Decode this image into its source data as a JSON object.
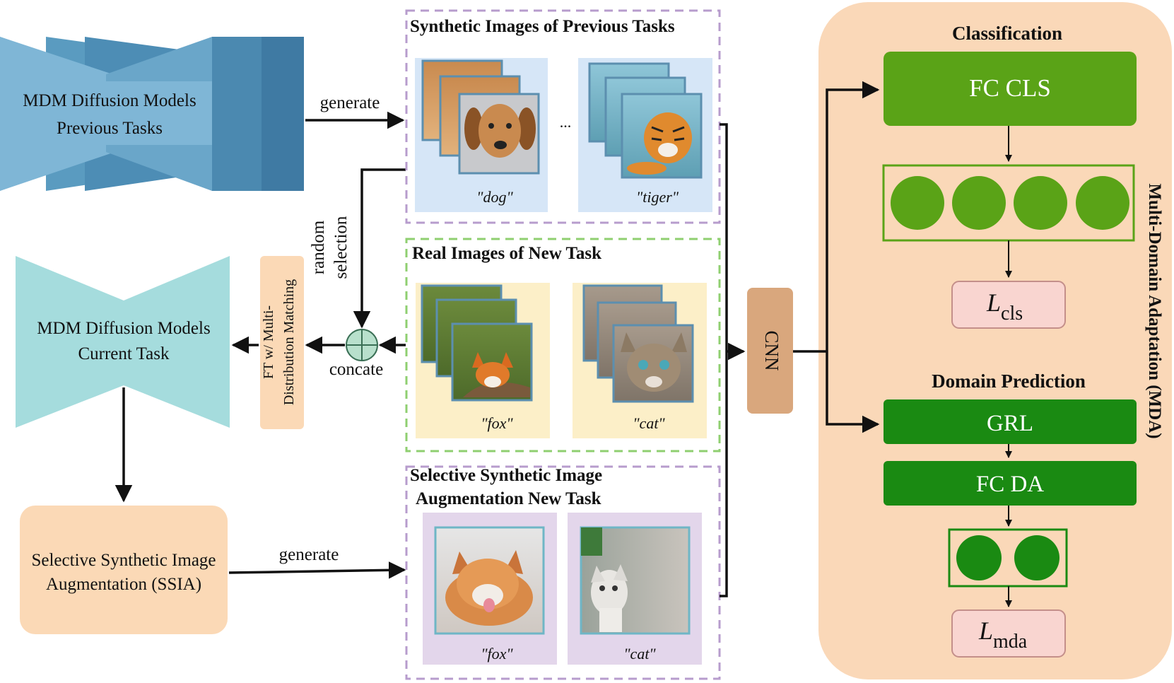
{
  "diagram": {
    "prev_model": {
      "line1": "MDM Diffusion Models",
      "line2": "Previous Tasks"
    },
    "curr_model": {
      "line1": "MDM Diffusion Models",
      "line2": "Current Task"
    },
    "ssia_box": {
      "line1": "Selective Synthetic Image",
      "line2": "Augmentation (SSIA)"
    },
    "ft_box": {
      "line1": "FT w/ Multi-",
      "line2": "Distribution Matching"
    },
    "edge_labels": {
      "generate_top": "generate",
      "generate_bottom": "generate",
      "random": "random",
      "selection": "selection",
      "concate": "concate"
    },
    "panels": {
      "synthetic_previous": {
        "title": "Synthetic Images of Previous Tasks",
        "ellipsis": "...",
        "groups": [
          {
            "caption": "\"dog\""
          },
          {
            "caption": "\"tiger\""
          }
        ]
      },
      "real_new": {
        "title": "Real Images of New Task",
        "groups": [
          {
            "caption": "\"fox\""
          },
          {
            "caption": "\"cat\""
          }
        ]
      },
      "selective_new": {
        "title_line1": "Selective Synthetic Image",
        "title_line2": "Augmentation New Task",
        "groups": [
          {
            "caption": "\"fox\""
          },
          {
            "caption": "\"cat\""
          }
        ]
      }
    },
    "cnn": "CNN",
    "mda": {
      "title": "Multi-Domain Adaptation (MDA)",
      "classification_title": "Classification",
      "fc_cls": "FC CLS",
      "loss_cls": {
        "symbol": "L",
        "subscript": "cls"
      },
      "domain_title": "Domain Prediction",
      "grl": "GRL",
      "fc_da": "FC DA",
      "loss_mda": {
        "symbol": "L",
        "subscript": "mda"
      }
    }
  },
  "colors": {
    "prev_model_light": "#7fb6d6",
    "prev_model_mid": "#5a9bc0",
    "prev_model_dark": "#3f7aa3",
    "curr_model": "#a5dcdd",
    "peach": "#fbd9b6",
    "mda_bg": "#fad8b8",
    "green_light": "#5aa317",
    "green_dark": "#1a8a12",
    "loss_bg": "#f9d5d0",
    "loss_border": "#c48f8a",
    "cnn": "#d9a77d",
    "panel_blue": "#d6e6f7",
    "panel_yellow": "#fcefc8",
    "panel_purple": "#e3d6eb",
    "dash_purple": "#b79ccd",
    "dash_green": "#8fcf70",
    "concat": "#b8e0cc"
  }
}
